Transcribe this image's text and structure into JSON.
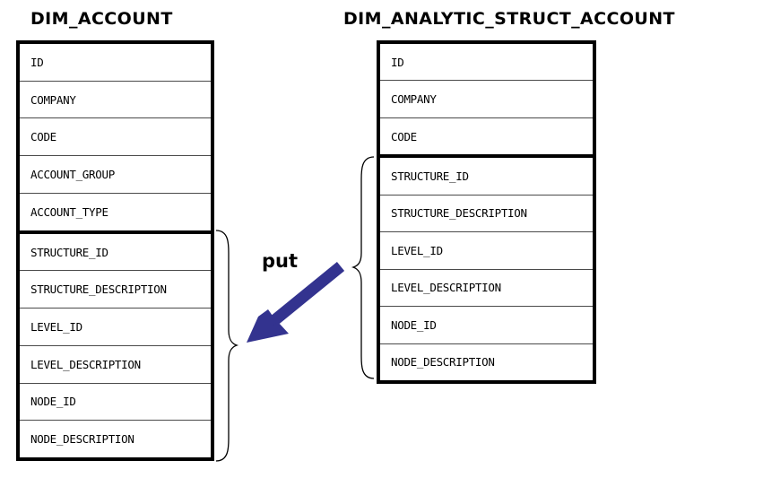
{
  "diagram": {
    "title_left": "DIM_ACCOUNT",
    "title_right": "DIM_ANALYTIC_STRUCT_ACCOUNT",
    "relation_label": "put",
    "arrow_color": "#33338f",
    "border_color": "#000000",
    "background_color": "#ffffff"
  },
  "left_table": {
    "name": "DIM_ACCOUNT",
    "columns": [
      "ID",
      "COMPANY",
      "CODE",
      "ACCOUNT_GROUP",
      "ACCOUNT_TYPE",
      "STRUCTURE_ID",
      "STRUCTURE_DESCRIPTION",
      "LEVEL_ID",
      "LEVEL_DESCRIPTION",
      "NODE_ID",
      "NODE_DESCRIPTION"
    ],
    "section_break_after_index": 4,
    "grouped_columns": [
      "STRUCTURE_ID",
      "STRUCTURE_DESCRIPTION",
      "LEVEL_ID",
      "LEVEL_DESCRIPTION",
      "NODE_ID",
      "NODE_DESCRIPTION"
    ]
  },
  "right_table": {
    "name": "DIM_ANALYTIC_STRUCT_ACCOUNT",
    "columns": [
      "ID",
      "COMPANY",
      "CODE",
      "STRUCTURE_ID",
      "STRUCTURE_DESCRIPTION",
      "LEVEL_ID",
      "LEVEL_DESCRIPTION",
      "NODE_ID",
      "NODE_DESCRIPTION"
    ],
    "section_break_after_index": 2,
    "grouped_columns": [
      "STRUCTURE_ID",
      "STRUCTURE_DESCRIPTION",
      "LEVEL_ID",
      "LEVEL_DESCRIPTION",
      "NODE_ID",
      "NODE_DESCRIPTION"
    ]
  }
}
